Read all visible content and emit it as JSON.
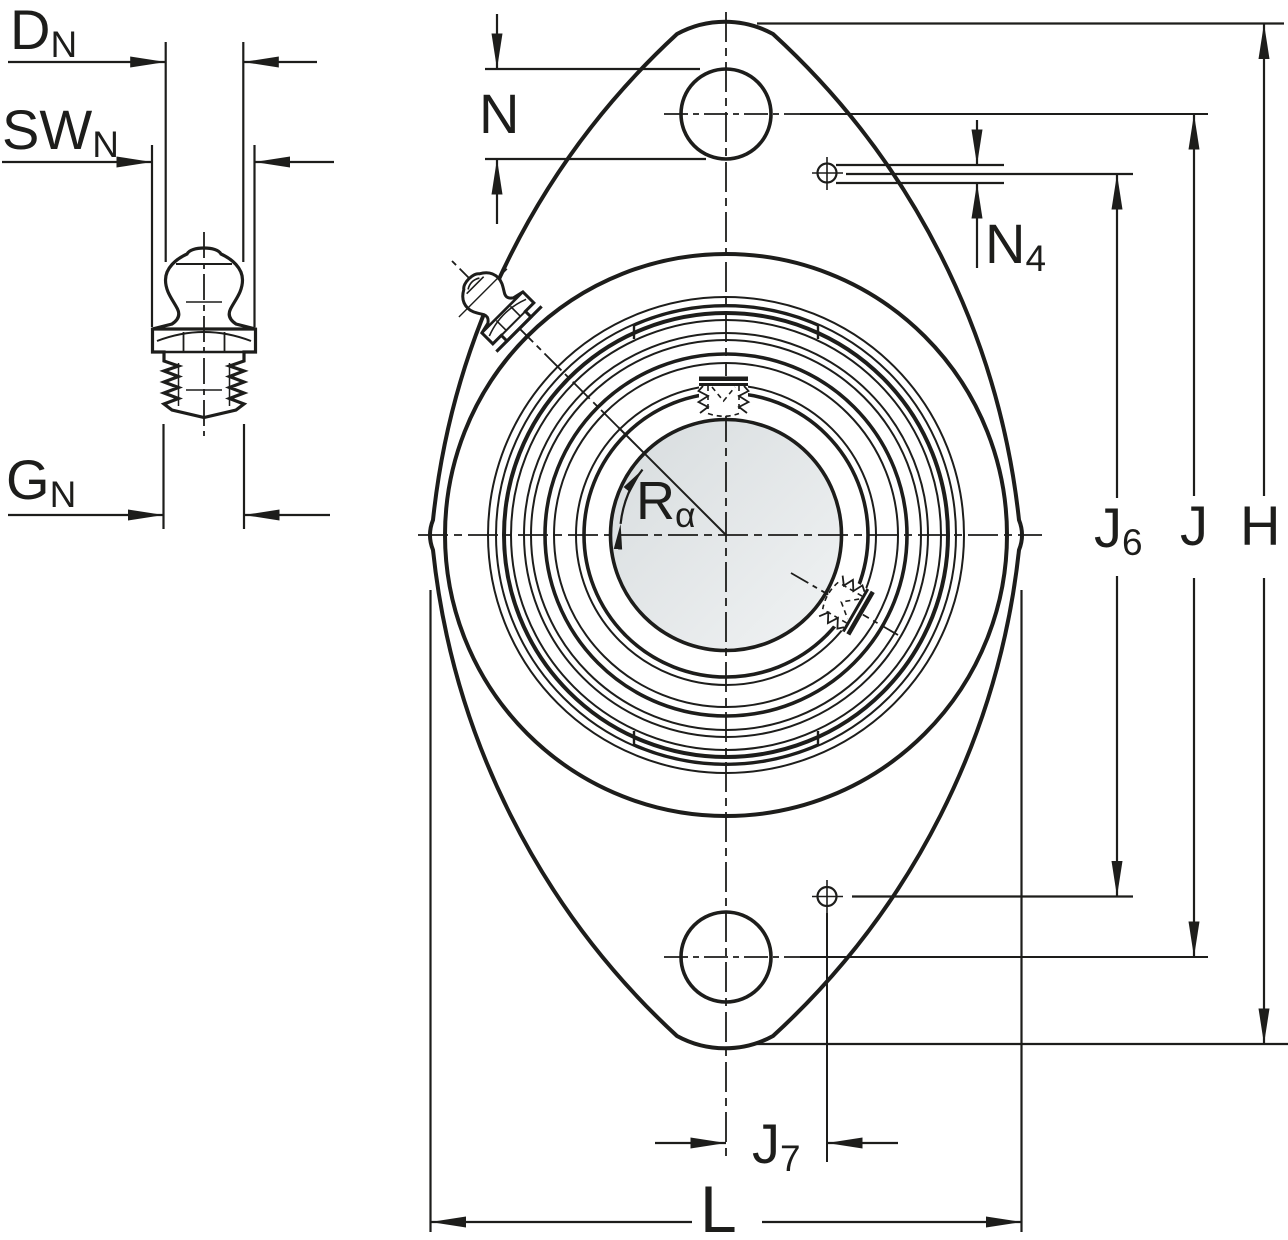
{
  "drawing": {
    "kind": "two-bolt-oval-flange-bearing-unit-technical-drawing",
    "colors": {
      "line": "#1d1d1b",
      "bore_fill_dark": "#d7dcde",
      "bore_fill_light": "#f1f3f4",
      "background": "#ffffff"
    },
    "detail_view": {
      "name": "grease-nipple-detail",
      "labels": {
        "dn": {
          "main": "D",
          "sub": "N"
        },
        "swn": {
          "main": "SW",
          "sub": "N"
        },
        "gn": {
          "main": "G",
          "sub": "N"
        }
      }
    },
    "main_view": {
      "name": "flanged-housing-front-view",
      "labels": {
        "n": {
          "main": "N",
          "sub": ""
        },
        "n4": {
          "main": "N",
          "sub": "4"
        },
        "ra": {
          "main": "R",
          "sub": "α"
        },
        "j6": {
          "main": "J",
          "sub": "6"
        },
        "j": {
          "main": "J",
          "sub": ""
        },
        "h": {
          "main": "H",
          "sub": ""
        },
        "j7": {
          "main": "J",
          "sub": "7"
        },
        "l": {
          "main": "L",
          "sub": ""
        }
      }
    }
  }
}
